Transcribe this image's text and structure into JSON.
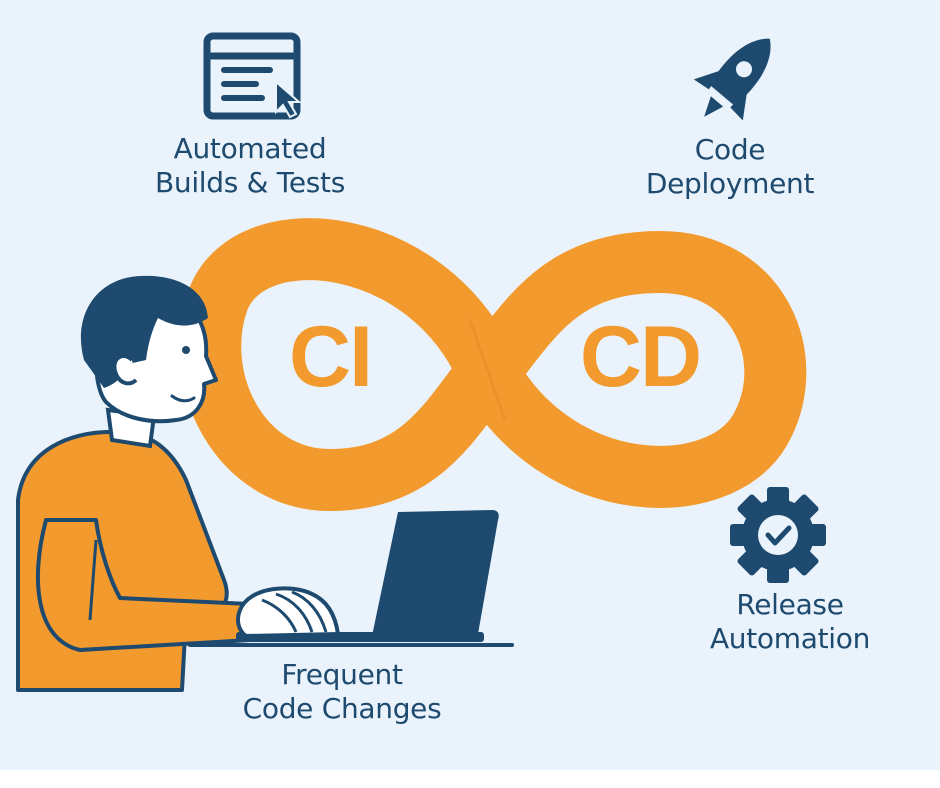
{
  "diagram": {
    "colors": {
      "background": "#eaf3fb",
      "loop": "#f39a2e",
      "navy": "#1d4a6e",
      "skin": "#ffffff"
    },
    "loop": {
      "left_label": "CI",
      "right_label": "CD"
    },
    "stages": {
      "builds": {
        "icon": "browser-cursor-icon",
        "line1": "Automated",
        "line2": "Builds & Tests"
      },
      "deploy": {
        "icon": "rocket-icon",
        "line1": "Code",
        "line2": "Deployment"
      },
      "release": {
        "icon": "gear-check-icon",
        "line1": "Release",
        "line2": "Automation"
      },
      "changes": {
        "icon": "developer-laptop-illustration",
        "line1": "Frequent",
        "line2": "Code Changes"
      }
    }
  }
}
